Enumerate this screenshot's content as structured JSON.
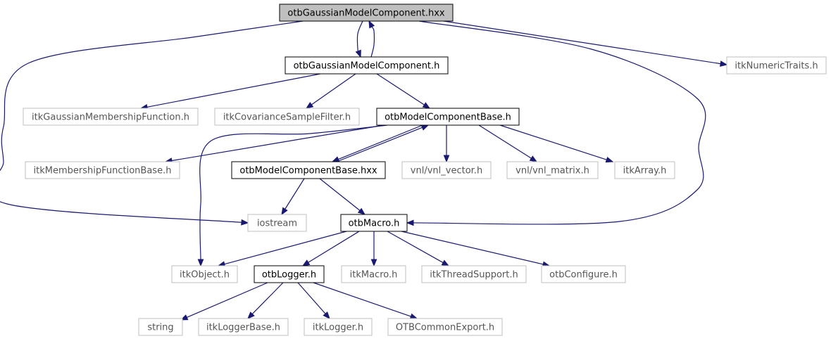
{
  "diagram": {
    "nodes": [
      {
        "id": "n1",
        "label": "otbGaussianModelComponent.hxx",
        "style": "root"
      },
      {
        "id": "n2",
        "label": "otbGaussianModelComponent.h",
        "style": "doc"
      },
      {
        "id": "n3",
        "label": "itkNumericTraits.h",
        "style": "ext"
      },
      {
        "id": "n4",
        "label": "itkGaussianMembershipFunction.h",
        "style": "ext"
      },
      {
        "id": "n5",
        "label": "itkCovarianceSampleFilter.h",
        "style": "ext"
      },
      {
        "id": "n6",
        "label": "otbModelComponentBase.h",
        "style": "doc"
      },
      {
        "id": "n7",
        "label": "itkMembershipFunctionBase.h",
        "style": "ext"
      },
      {
        "id": "n8",
        "label": "otbModelComponentBase.hxx",
        "style": "doc"
      },
      {
        "id": "n9",
        "label": "vnl/vnl_vector.h",
        "style": "ext"
      },
      {
        "id": "n10",
        "label": "vnl/vnl_matrix.h",
        "style": "ext"
      },
      {
        "id": "n11",
        "label": "itkArray.h",
        "style": "ext"
      },
      {
        "id": "n12",
        "label": "iostream",
        "style": "ext"
      },
      {
        "id": "n13",
        "label": "otbMacro.h",
        "style": "doc"
      },
      {
        "id": "n14",
        "label": "itkObject.h",
        "style": "ext"
      },
      {
        "id": "n15",
        "label": "otbLogger.h",
        "style": "doc"
      },
      {
        "id": "n16",
        "label": "itkMacro.h",
        "style": "ext"
      },
      {
        "id": "n17",
        "label": "itkThreadSupport.h",
        "style": "ext"
      },
      {
        "id": "n18",
        "label": "otbConfigure.h",
        "style": "ext"
      },
      {
        "id": "n19",
        "label": "string",
        "style": "ext"
      },
      {
        "id": "n20",
        "label": "itkLoggerBase.h",
        "style": "ext"
      },
      {
        "id": "n21",
        "label": "itkLogger.h",
        "style": "ext"
      },
      {
        "id": "n22",
        "label": "OTBCommonExport.h",
        "style": "ext"
      }
    ],
    "edges": [
      {
        "from": "n1",
        "to": "n2"
      },
      {
        "from": "n2",
        "to": "n1"
      },
      {
        "from": "n1",
        "to": "n3"
      },
      {
        "from": "n1",
        "to": "n12"
      },
      {
        "from": "n1",
        "to": "n13"
      },
      {
        "from": "n2",
        "to": "n4"
      },
      {
        "from": "n2",
        "to": "n5"
      },
      {
        "from": "n2",
        "to": "n6"
      },
      {
        "from": "n6",
        "to": "n7"
      },
      {
        "from": "n6",
        "to": "n8"
      },
      {
        "from": "n8",
        "to": "n6"
      },
      {
        "from": "n6",
        "to": "n9"
      },
      {
        "from": "n6",
        "to": "n10"
      },
      {
        "from": "n6",
        "to": "n11"
      },
      {
        "from": "n6",
        "to": "n14"
      },
      {
        "from": "n8",
        "to": "n12"
      },
      {
        "from": "n8",
        "to": "n13"
      },
      {
        "from": "n13",
        "to": "n14"
      },
      {
        "from": "n13",
        "to": "n15"
      },
      {
        "from": "n13",
        "to": "n16"
      },
      {
        "from": "n13",
        "to": "n17"
      },
      {
        "from": "n13",
        "to": "n18"
      },
      {
        "from": "n15",
        "to": "n19"
      },
      {
        "from": "n15",
        "to": "n20"
      },
      {
        "from": "n15",
        "to": "n21"
      },
      {
        "from": "n15",
        "to": "n22"
      }
    ]
  },
  "colors": {
    "edge": "#191970",
    "root_fill": "#bfbfbf",
    "doc_border": "#000000",
    "ext_border": "#bfbfbf",
    "ext_text": "#555555"
  }
}
